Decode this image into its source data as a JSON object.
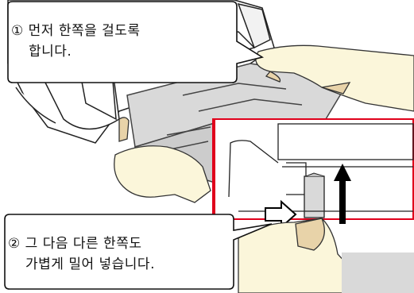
{
  "steps": [
    {
      "lines": [
        "① 먼저 한쪽을 걸도록",
        "합니다."
      ]
    },
    {
      "lines": [
        "② 그 다음 다른 한쪽도",
        "가볍게 밀어 넣습니다."
      ]
    }
  ],
  "colors": {
    "hand": "#fbf6da",
    "tray": "#d9d9d9",
    "detail_frame": "#e0001b",
    "arrow": "#000000",
    "tab": "#e8d3a9"
  }
}
